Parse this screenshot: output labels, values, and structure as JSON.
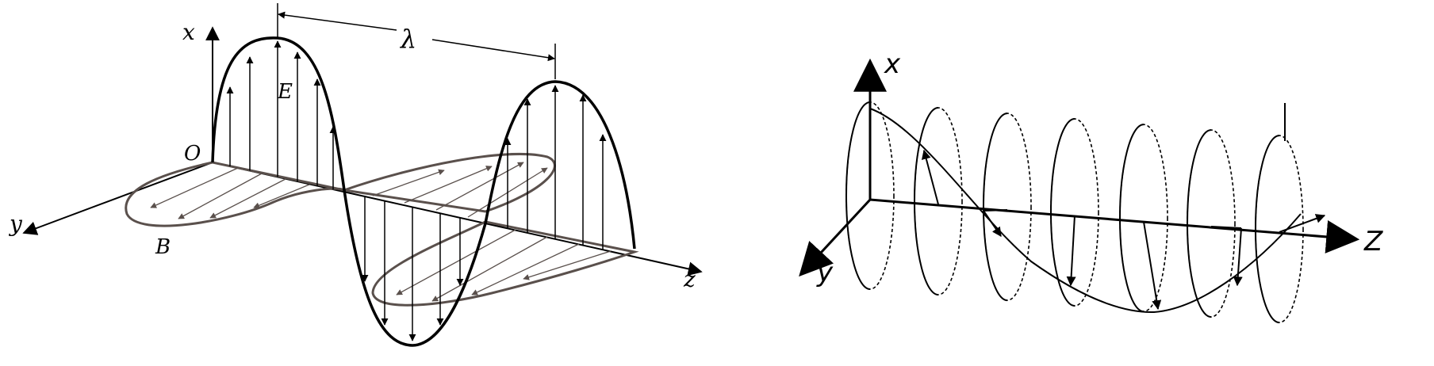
{
  "left_diagram": {
    "axis_x": "x",
    "axis_y": "y",
    "axis_z": "z",
    "origin": "O",
    "e_field": "E",
    "b_field": "B",
    "wavelength": "λ"
  },
  "right_diagram": {
    "axis_x": "x",
    "axis_y": "y",
    "axis_z": "Z"
  },
  "colors": {
    "ink": "#000000",
    "b_field": "#5a504c"
  }
}
